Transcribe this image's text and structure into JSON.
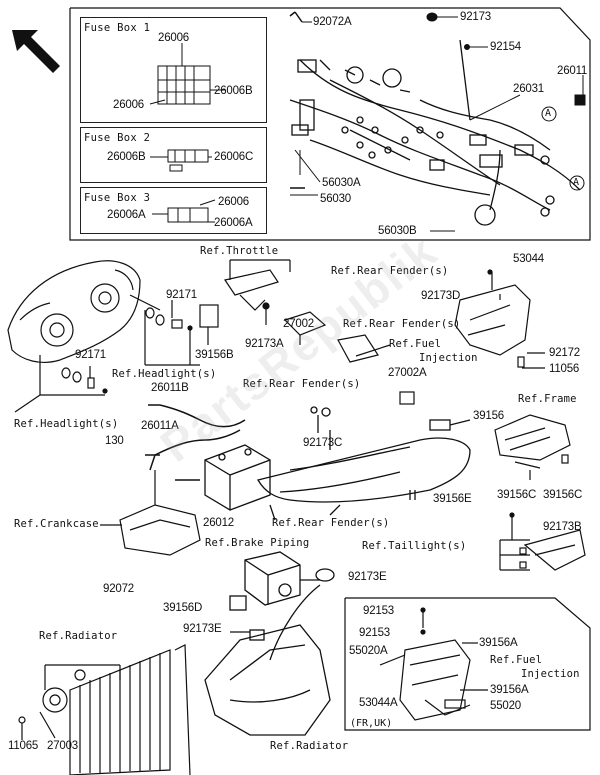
{
  "fuse_boxes": [
    {
      "title": "Fuse Box 1",
      "parts": [
        "26006",
        "26006B",
        "26006"
      ]
    },
    {
      "title": "Fuse Box 2",
      "parts": [
        "26006B",
        "26006C"
      ]
    },
    {
      "title": "Fuse Box 3",
      "parts": [
        "26006",
        "26006A",
        "26006A"
      ]
    }
  ],
  "parts": {
    "p92072A": "92072A",
    "p92173": "92173",
    "p92154": "92154",
    "p26011": "26011",
    "p26031": "26031",
    "p56030A": "56030A",
    "p56030": "56030",
    "p56030B": "56030B",
    "p53044": "53044",
    "p92173D": "92173D",
    "p92171a": "92171",
    "p92171b": "92171",
    "p27002": "27002",
    "p92173A": "92173A",
    "p39156B": "39156B",
    "p92172": "92172",
    "p11056": "11056",
    "p27002A": "27002A",
    "p26011B": "26011B",
    "p26011A": "26011A",
    "p130": "130",
    "p39156": "39156",
    "p92173C": "92173C",
    "p39156E": "39156E",
    "p39156C": "39156C",
    "p39156C2": "39156C",
    "p26012": "26012",
    "p92173B": "92173B",
    "p92072": "92072",
    "p92173E": "92173E",
    "p39156D": "39156D",
    "p92173E2": "92173E",
    "p92153a": "92153",
    "p92153b": "92153",
    "p39156A": "39156A",
    "p55020A": "55020A",
    "p39156A2": "39156A",
    "p53044A": "53044A",
    "p55020": "55020",
    "p11065": "11065",
    "p27003": "27003"
  },
  "refs": {
    "throttle": "Ref.Throttle",
    "rear_fender_1": "Ref.Rear Fender(s)",
    "rear_fender_2": "Ref.Rear Fender(s)",
    "fuel_injection_1a": "Ref.Fuel",
    "fuel_injection_1b": "Injection",
    "headlight_1": "Ref.Headlight(s)",
    "headlight_2": "Ref.Headlight(s)",
    "rear_fender_3": "Ref.Rear Fender(s)",
    "frame": "Ref.Frame",
    "crankcase": "Ref.Crankcase",
    "rear_fender_4": "Ref.Rear Fender(s)",
    "brake_piping": "Ref.Brake Piping",
    "taillight": "Ref.Taillight(s)",
    "radiator_1": "Ref.Radiator",
    "radiator_2": "Ref.Radiator",
    "fuel_injection_2a": "Ref.Fuel",
    "fuel_injection_2b": "Injection"
  },
  "markers": {
    "a1": "A",
    "a2": "A"
  },
  "inset_note": "(FR,UK)",
  "watermark": "PartsRepublik"
}
